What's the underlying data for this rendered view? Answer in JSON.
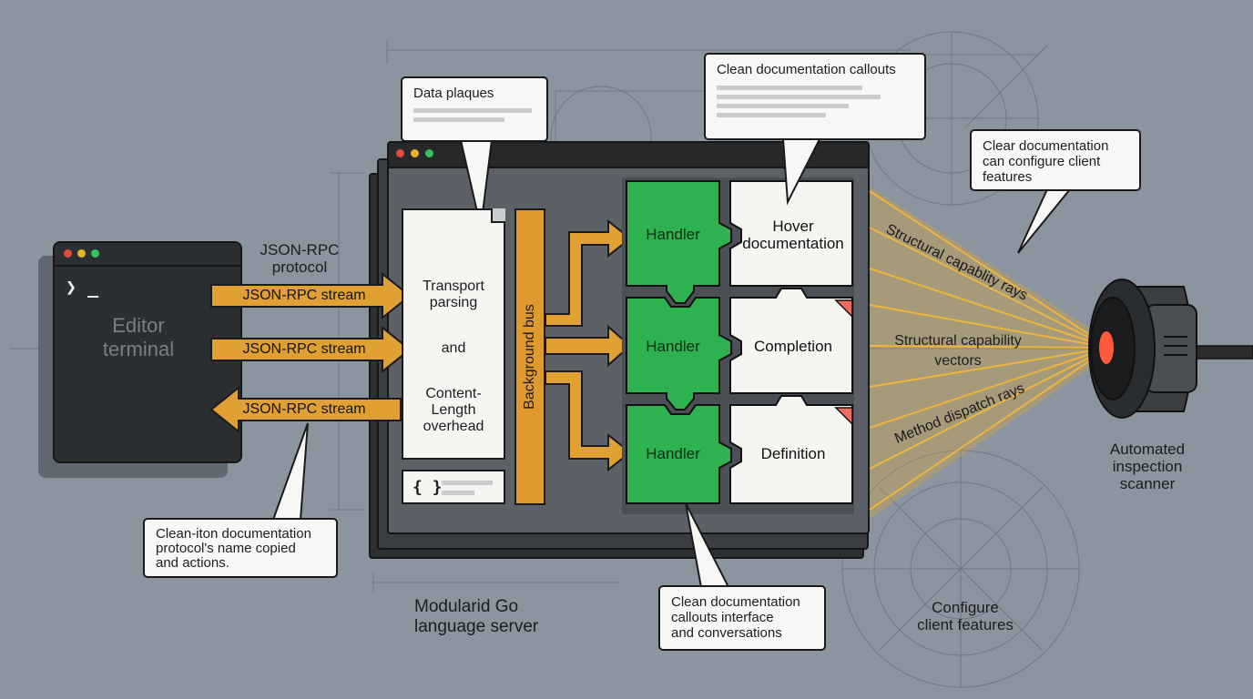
{
  "terminal": {
    "prompt": "❯ _",
    "title_line1": "Editor",
    "title_line2": "terminal"
  },
  "protocol_label": {
    "line1": "JSON-RPC",
    "line2": "protocol"
  },
  "streams": [
    "JSON-RPC stream",
    "JSON-RPC stream",
    "JSON-RPC stream"
  ],
  "callouts": {
    "data_plaques": "Data plaques",
    "clean_doc_callouts": "Clean documentation callouts",
    "clear_doc_line1": "Clear documentation",
    "clear_doc_line2": "can configure client",
    "clear_doc_line3": "features",
    "clean_iton_line1": "Clean-iton documentation",
    "clean_iton_line2": "protocol's name copied",
    "clean_iton_line3": "and actions.",
    "clean_interface_line1": "Clean documentation",
    "clean_interface_line2": "callouts interface",
    "clean_interface_line3": "and conversations"
  },
  "transport": {
    "line1": "Transport",
    "line2": "parsing",
    "line3": "and",
    "line4": "Content-",
    "line5": "Length",
    "line6": "overhead"
  },
  "braces": "{ }",
  "bus_label": "Background bus",
  "handlers": [
    "Handler",
    "Handler",
    "Handler"
  ],
  "features": {
    "hover_line1": "Hover",
    "hover_line2": "documentation",
    "completion": "Completion",
    "definition": "Definition"
  },
  "rays": {
    "upper": "Structural capablity rays",
    "middle_line1": "Structural capability",
    "middle_line2": "vectors",
    "lower": "Method dispatch rays"
  },
  "server_label": {
    "line1": "Modularid Go",
    "line2": "language server"
  },
  "scanner_label": {
    "line1": "Automated",
    "line2": "inspection",
    "line3": "scanner"
  },
  "configure_label": {
    "line1": "Configure",
    "line2": "client features"
  },
  "colors": {
    "background": "#8a959f",
    "arrow_orange": "#e0a033",
    "handler_green": "#2db24f",
    "terminal": "#2c2f31",
    "panel": "#f5f5f2",
    "scanner_light": "#ff5a3c"
  }
}
